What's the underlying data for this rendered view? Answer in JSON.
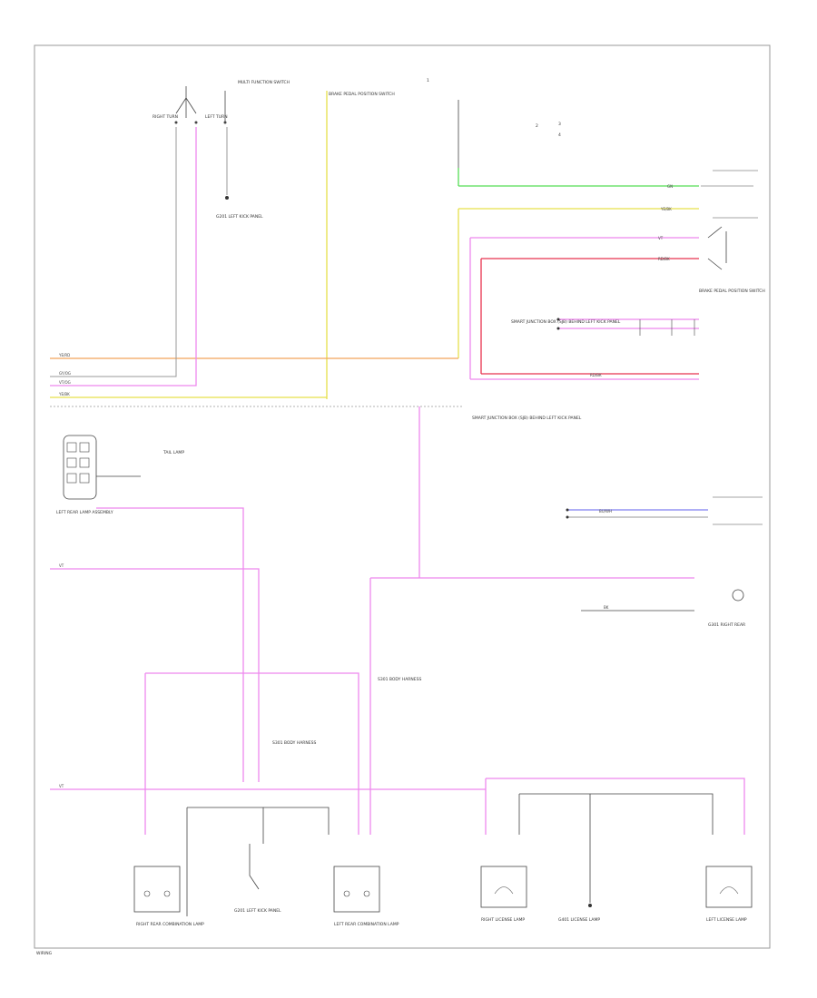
{
  "colors": {
    "background": "#ffffff",
    "frame": "#9a9a9a",
    "wire_pink": "#ee88ee",
    "wire_red": "#e8334f",
    "wire_green": "#55dd55",
    "wire_yellow": "#e6e04a",
    "wire_orange": "#f2a45a",
    "wire_blue": "#7f7ff0",
    "wire_gray": "#999999",
    "component": "#444444"
  },
  "labels": {
    "turn_switch": "MULTI FUNCTION SWITCH",
    "sw_right": "RIGHT TURN",
    "sw_left": "LEFT TURN",
    "ground_a": "G201 LEFT KICK PANEL",
    "brake_sw_note": "BRAKE PEDAL POSITION SWITCH",
    "smart_junction": "SMART JUNCTION BOX (SJB) BEHIND LEFT KICK PANEL",
    "tail_note": "TAIL LAMP",
    "lr_lamp": "LEFT REAR LAMP ASSEMBLY",
    "s_note": "S301 BODY HARNESS",
    "ground_b": "G301 RIGHT REAR",
    "pin_1": "1",
    "pin_2": "2",
    "pin_3": "3",
    "pin_4": "4",
    "rr_combo": "RIGHT REAR COMBINATION LAMP",
    "lr_combo": "LEFT REAR COMBINATION LAMP",
    "rr_license": "RIGHT LICENSE LAMP",
    "lr_license": "LEFT LICENSE LAMP",
    "ground_c": "G401 LICENSE LAMP",
    "footer": "WIRING"
  },
  "wires": {
    "w_yelred": "YE/RD",
    "w_gy": "GY/OG",
    "w_vt": "VT",
    "w_vt2": "VT/OG",
    "w_gn": "GN",
    "w_ye": "YE/BK",
    "w_rd": "RD/BK",
    "w_bk": "BK",
    "w_bl": "BU/WH"
  }
}
